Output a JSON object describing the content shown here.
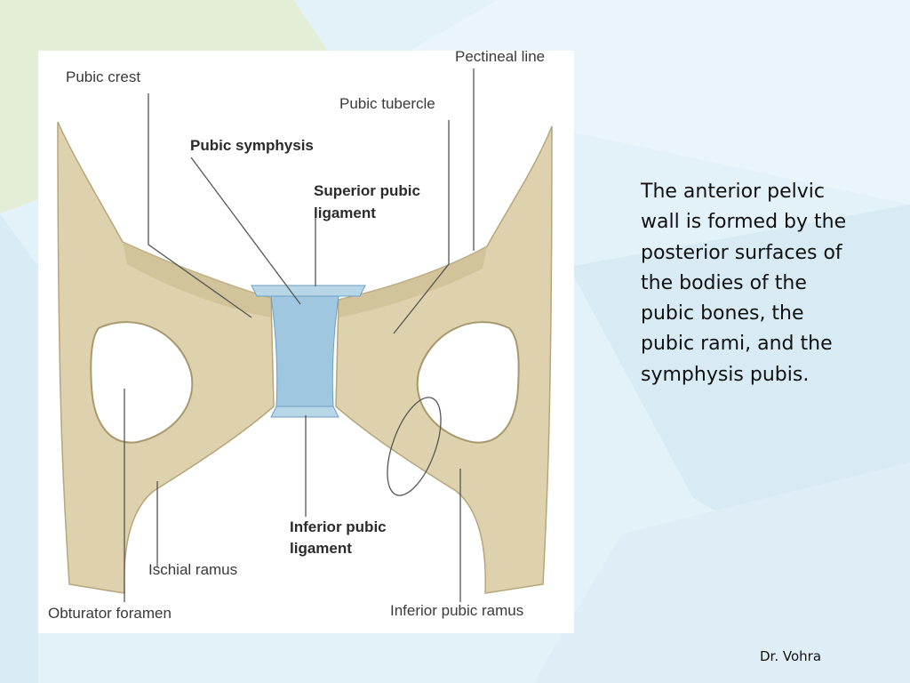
{
  "figure": {
    "labels": {
      "pubic_crest": "Pubic crest",
      "pectineal_line": "Pectineal line",
      "pubic_tubercle": "Pubic tubercle",
      "pubic_symphysis": "Pubic symphysis",
      "superior_pubic_ligament_l1": "Superior pubic",
      "superior_pubic_ligament_l2": "ligament",
      "inferior_pubic_ligament_l1": "Inferior pubic",
      "inferior_pubic_ligament_l2": "ligament",
      "ischial_ramus": "Ischial ramus",
      "obturator_foramen": "Obturator foramen",
      "inferior_pubic_ramus": "Inferior pubic ramus"
    },
    "colors": {
      "bone": "#ddd2ad",
      "bone_shadow": "#b6a67c",
      "ligament": "#9fc7df",
      "leader": "#555555"
    }
  },
  "text": {
    "description": "The anterior pelvic wall is formed by the posterior surfaces of the bodies of the pubic bones, the pubic rami, and the symphysis pubis.",
    "author": "Dr. Vohra"
  }
}
